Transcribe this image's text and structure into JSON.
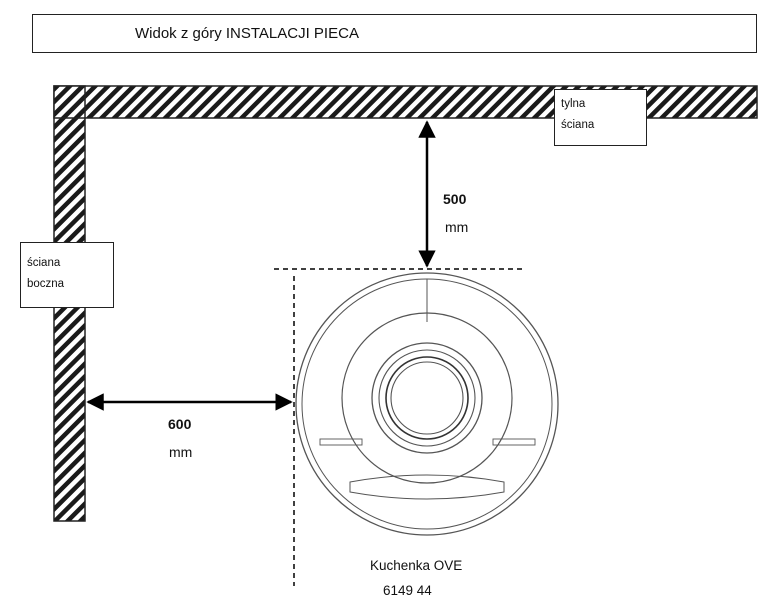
{
  "title": "Widok z góry INSTALACJI PIECA",
  "back_wall_label": [
    "tylna",
    "ściana"
  ],
  "side_wall_label": [
    "ściana",
    "boczna"
  ],
  "dim_back": {
    "value": "500",
    "unit": "mm"
  },
  "dim_side": {
    "value": "600",
    "unit": "mm"
  },
  "stove_name": "Kuchenka OVE",
  "stove_code": "6149 44"
}
